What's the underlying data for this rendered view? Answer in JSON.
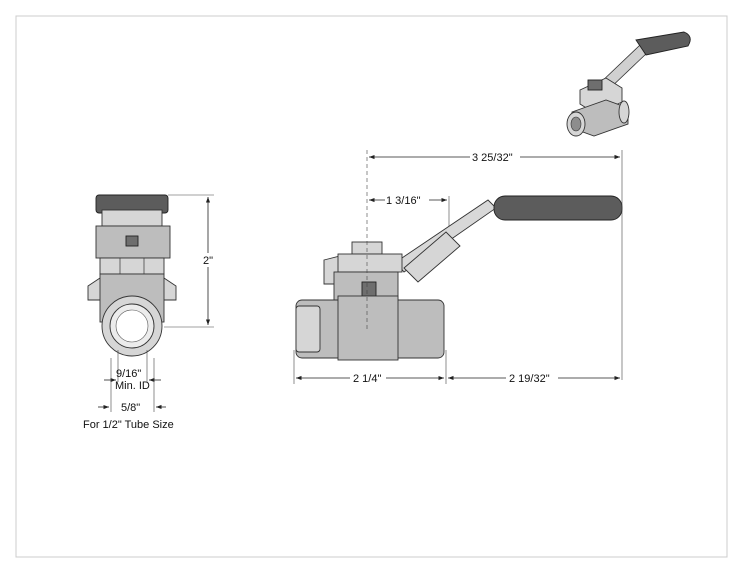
{
  "dimensions": {
    "overall_length": "3 25/32\"",
    "stem_offset": "1 3/16\"",
    "height": "2\"",
    "body_left": "2 1/4\"",
    "body_right": "2 19/32\"",
    "min_id": "9/16\"",
    "min_id_label": "Min. ID",
    "od": "5/8\"",
    "tube_size_note": "For 1/2\" Tube Size"
  },
  "colors": {
    "border": "#cccccc",
    "metal_light": "#d6d6d6",
    "metal": "#bdbdbd",
    "grip": "#5c5c5c"
  }
}
